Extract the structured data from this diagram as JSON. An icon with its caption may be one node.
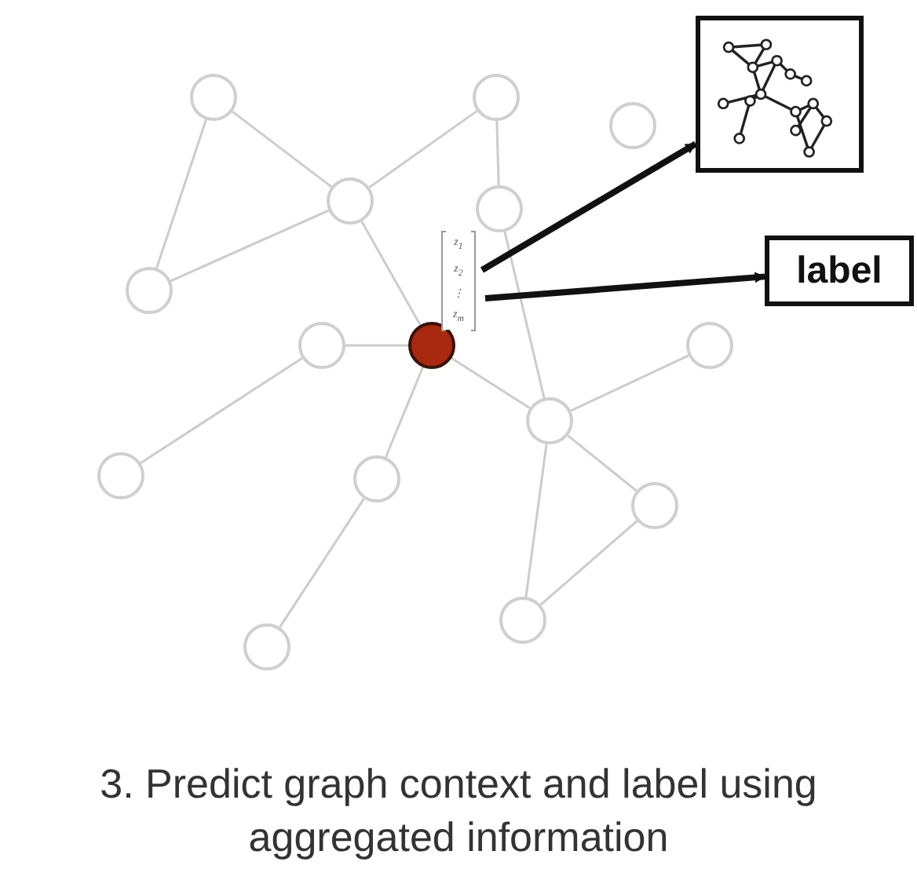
{
  "diagram": {
    "caption": "3. Predict graph context and label using aggregated information",
    "nodes": [
      {
        "text": [],
        "shape": "circle"
      },
      {
        "text": [],
        "shape": "circle"
      },
      {
        "text": [],
        "shape": "circle"
      },
      {
        "text": [],
        "shape": "circle"
      },
      {
        "text": [],
        "shape": "circle"
      },
      {
        "text": [],
        "shape": "circle"
      },
      {
        "text": [],
        "shape": "circle"
      },
      {
        "text": [],
        "shape": "circle"
      },
      {
        "text": [],
        "shape": "circle"
      },
      {
        "text": [],
        "shape": "circle"
      },
      {
        "text": [],
        "shape": "circle"
      },
      {
        "text": [],
        "shape": "circle"
      },
      {
        "text": [],
        "shape": "circle"
      },
      {
        "text": [],
        "shape": "circle"
      },
      {
        "text": [],
        "shape": "circle"
      },
      {
        "text": [
          "z$_{1}$",
          "z$_{2}$",
          "⋮",
          "z$_{m}$"
        ]
      },
      {
        "text": [],
        "shape": "picture"
      },
      {
        "text": [
          "label"
        ]
      }
    ],
    "edges": [
      {
        "from": 0,
        "to": 2,
        "arrow": "none"
      },
      {
        "from": 0,
        "to": 5,
        "arrow": "none"
      },
      {
        "from": 2,
        "to": 1,
        "arrow": "none"
      },
      {
        "from": 2,
        "to": 5,
        "arrow": "none"
      },
      {
        "from": 2,
        "to": 7,
        "arrow": "none"
      },
      {
        "from": 1,
        "to": 4,
        "arrow": "none"
      },
      {
        "from": 4,
        "to": 9,
        "arrow": "none"
      },
      {
        "from": 6,
        "to": 7,
        "arrow": "none"
      },
      {
        "from": 6,
        "to": 10,
        "arrow": "none"
      },
      {
        "from": 7,
        "to": 11,
        "arrow": "none"
      },
      {
        "from": 11,
        "to": 14,
        "arrow": "none"
      },
      {
        "from": 7,
        "to": 9,
        "arrow": "none"
      },
      {
        "from": 9,
        "to": 8,
        "arrow": "none"
      },
      {
        "from": 9,
        "to": 12,
        "arrow": "none"
      },
      {
        "from": 9,
        "to": 13,
        "arrow": "none"
      },
      {
        "from": 12,
        "to": 13,
        "arrow": "none"
      },
      {
        "from": 15,
        "to": 16,
        "arrow": "to",
        "style": "thick",
        "color": "#111111"
      },
      {
        "from": 15,
        "to": 17,
        "arrow": "to",
        "style": "thick",
        "color": "#111111"
      }
    ]
  }
}
